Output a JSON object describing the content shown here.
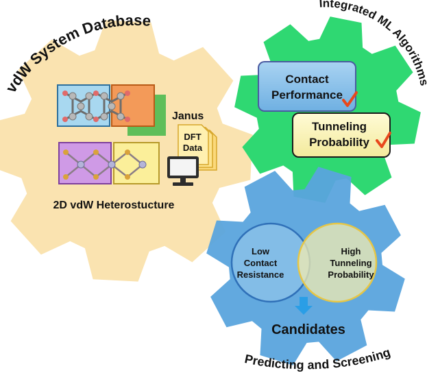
{
  "titles": {
    "database": "vdW System Database",
    "ml": "Integrated ML Algorithms",
    "screening": "Predicting and Screening"
  },
  "database": {
    "janus_label": "Janus",
    "dft_label_line1": "DFT",
    "dft_label_line2": "Data",
    "heterostructure_label": "2D vdW Heterostucture"
  },
  "ml": {
    "box1_line1": "Contact",
    "box1_line2": "Performance",
    "box2_line1": "Tunneling",
    "box2_line2": "Probability"
  },
  "screening": {
    "left_line1": "Low",
    "left_line2": "Contact",
    "left_line3": "Resistance",
    "right_line1": "High",
    "right_line2": "Tunneling",
    "right_line3": "Probability",
    "result": "Candidates"
  },
  "colors": {
    "gear_database": "#fae3b0",
    "gear_ml": "#2fd872",
    "gear_screening": "#5aa4dd",
    "box_blue": "#8fc3ea",
    "box_yellow": "#fbf4bc",
    "check": "#e8481c",
    "arrow": "#2a9ee6"
  }
}
